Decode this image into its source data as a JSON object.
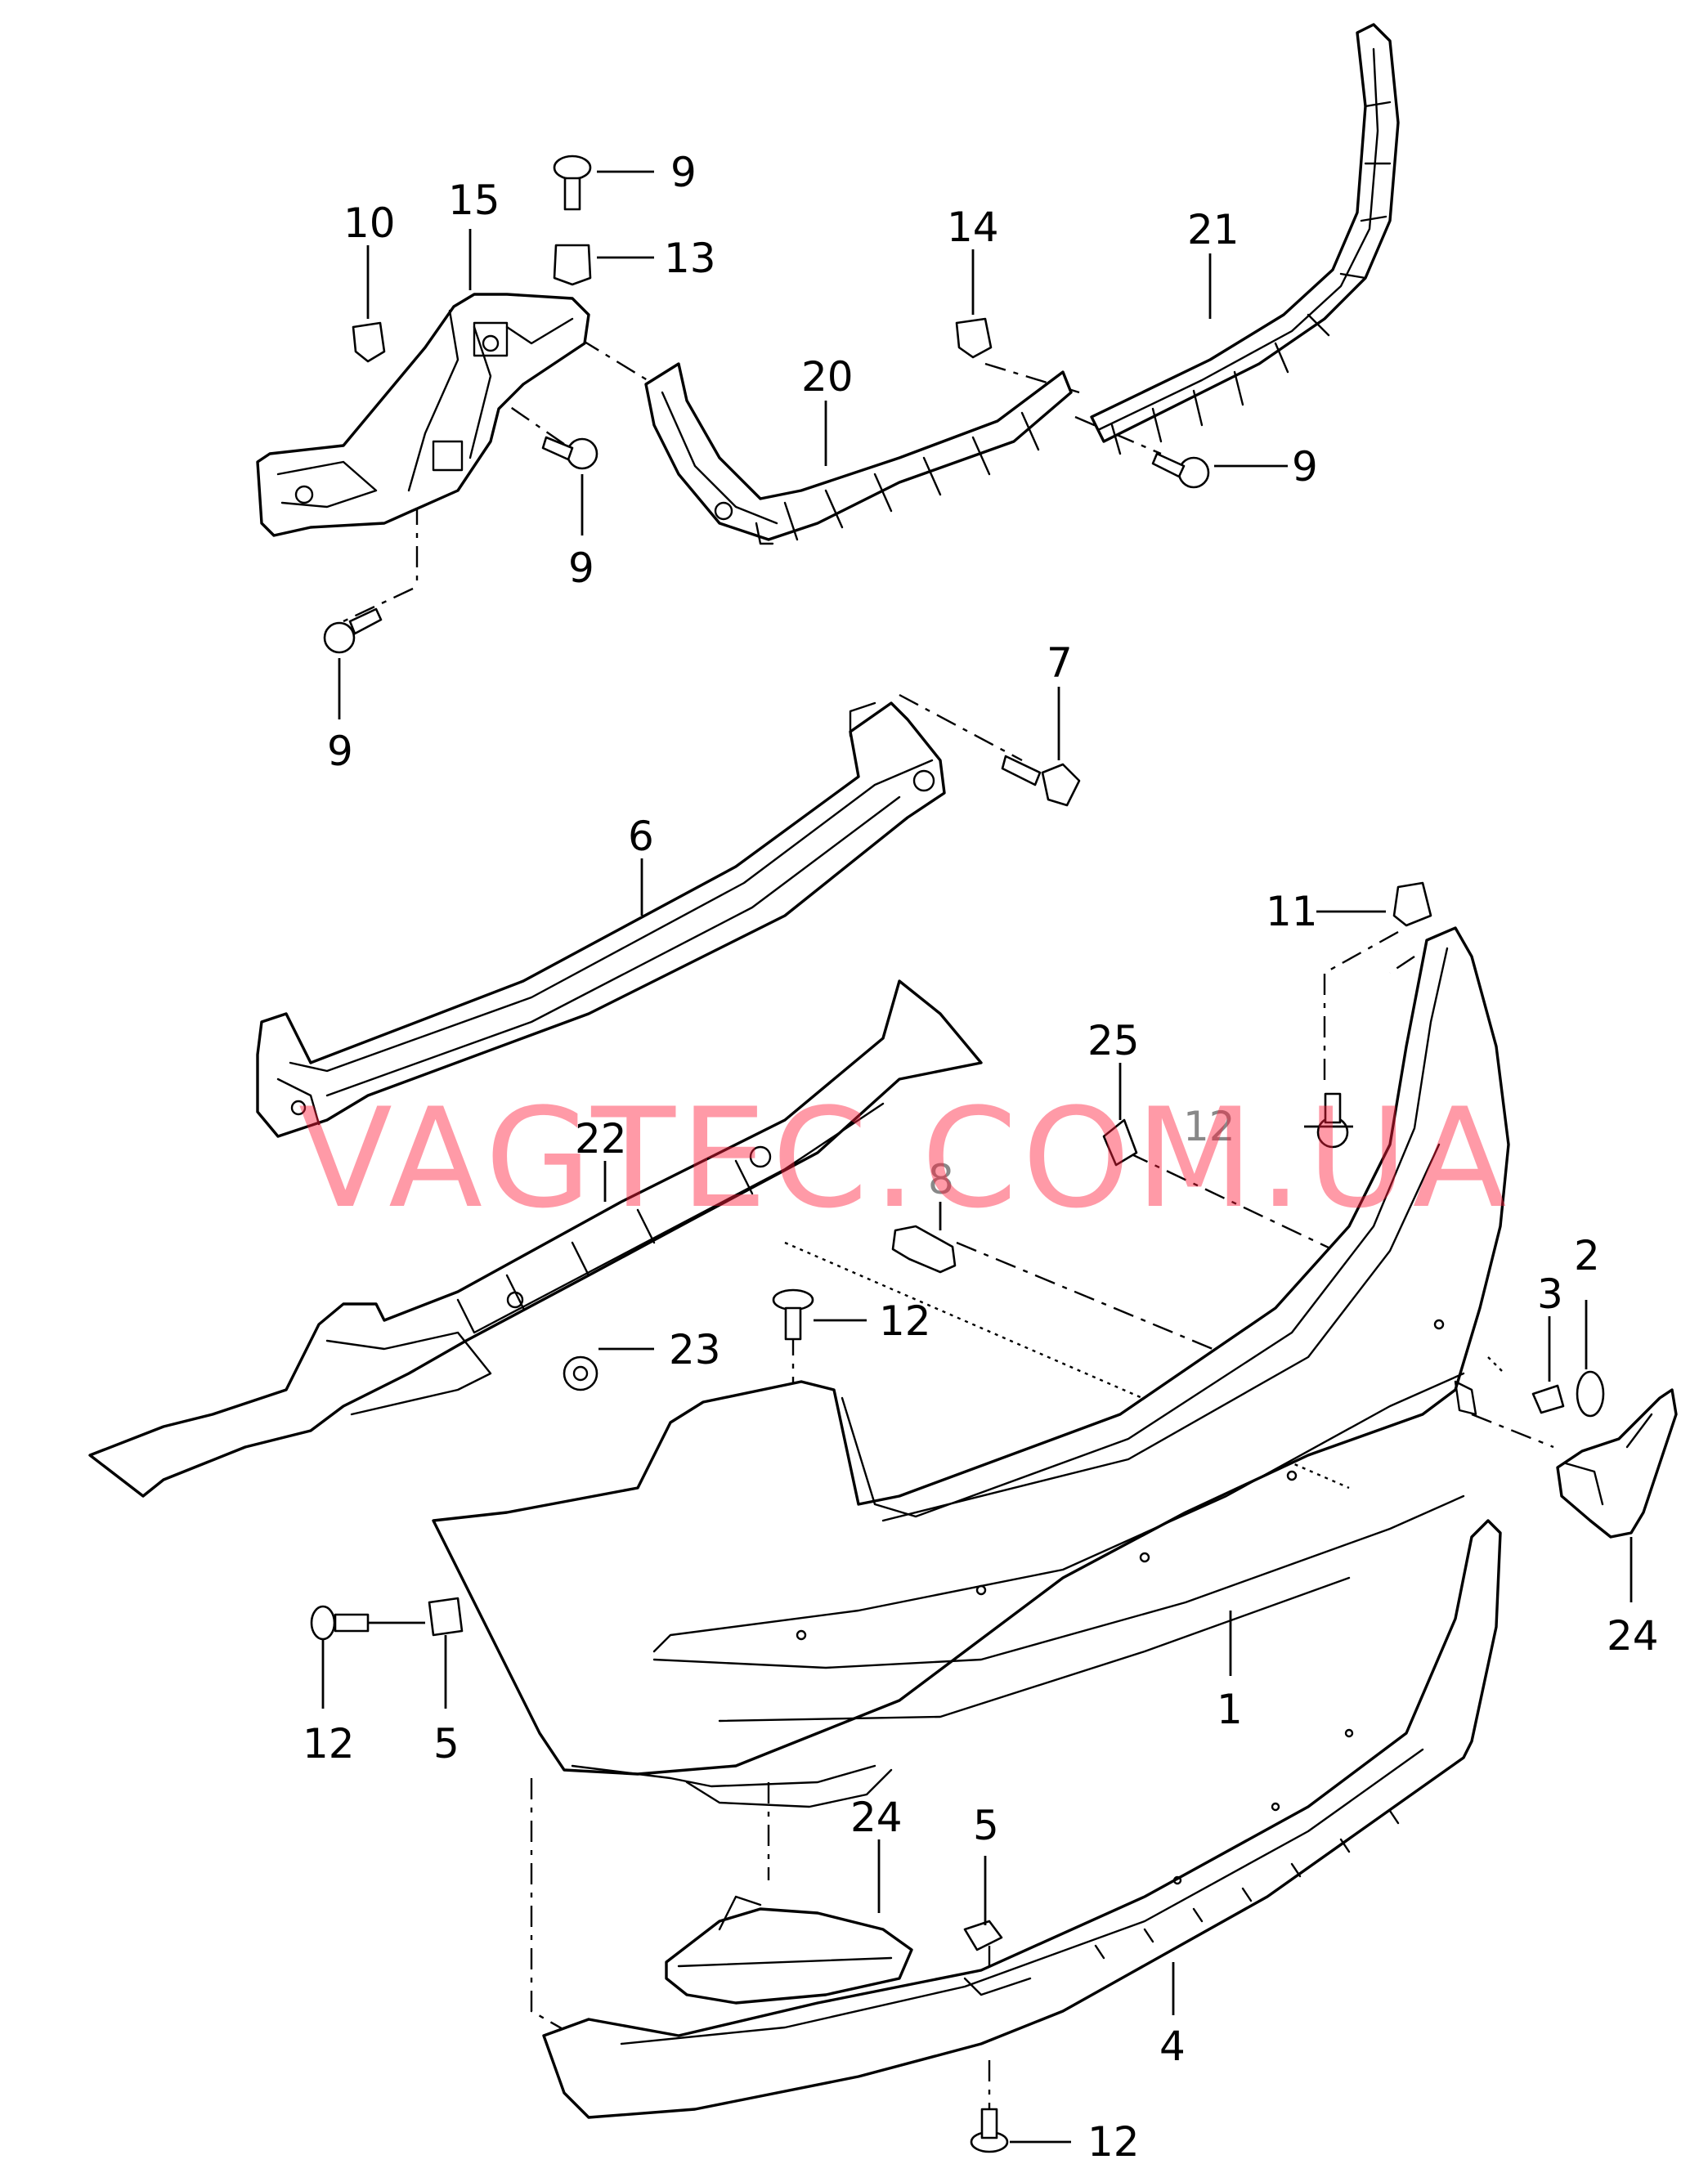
{
  "watermark": "VAGTEC.COM.UA",
  "colors": {
    "line": "#000000",
    "background": "#ffffff",
    "watermark": "#ff1e3c",
    "faded_label": "#888888"
  },
  "callouts": {
    "c1": "1",
    "c2": "2",
    "c3": "3",
    "c4": "4",
    "c5a": "5",
    "c5b": "5",
    "c6": "6",
    "c7": "7",
    "c8": "8",
    "c9a": "9",
    "c9b": "9",
    "c9c": "9",
    "c9d": "9",
    "c10": "10",
    "c11": "11",
    "c12a": "12",
    "c12b": "12",
    "c12c": "12",
    "c12d": "12",
    "c13": "13",
    "c14": "14",
    "c15": "15",
    "c20": "20",
    "c21": "21",
    "c22": "22",
    "c23": "23",
    "c24a": "24",
    "c24b": "24",
    "c25": "25"
  }
}
